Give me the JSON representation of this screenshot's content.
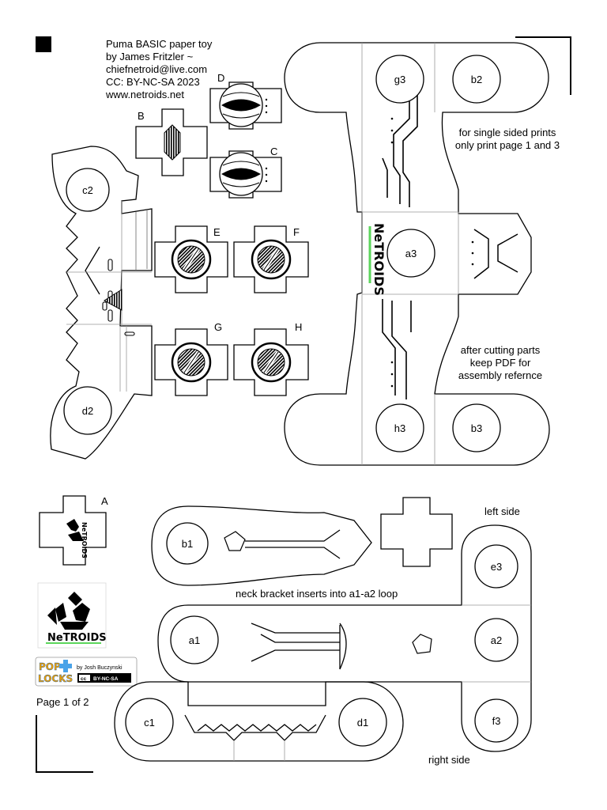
{
  "header": {
    "credit_lines": [
      "Puma BASIC paper toy",
      "by James Fritzler  ~",
      "chiefnetroid@live.com",
      "CC: BY-NC-SA  2023",
      "www.netroids.net"
    ]
  },
  "notes": {
    "single_sided_1": "for single sided prints",
    "single_sided_2": "only print page 1 and 3",
    "after_cut_1": "after cutting parts",
    "after_cut_2": "keep PDF for",
    "after_cut_3": "assembly refernce",
    "neck_bracket": "neck bracket inserts into a1-a2 loop",
    "left_side": "left side",
    "right_side": "right side",
    "page": "Page 1 of 2"
  },
  "part_labels": {
    "B": "B",
    "C": "C",
    "D": "D",
    "E": "E",
    "F": "F",
    "G": "G",
    "H": "H",
    "A": "A"
  },
  "circle_labels": {
    "g3": "g3",
    "b2": "b2",
    "c2": "c2",
    "a3": "a3",
    "d2": "d2",
    "h3": "h3",
    "b3": "b3",
    "b1": "b1",
    "e3": "e3",
    "a1": "a1",
    "a2": "a2",
    "c1": "c1",
    "d1": "d1",
    "f3": "f3"
  },
  "logos": {
    "netroids": "NeTROIDS",
    "poplocks_1": "POP",
    "poplocks_2": "LOCKS",
    "poplocks_by": "by Josh Buczynski",
    "cc_badge": "BY-NC-SA",
    "cc_mark": "cc"
  },
  "colors": {
    "line": "#000000",
    "accent_green": "#5cd65c",
    "paper": "#ffffff"
  }
}
